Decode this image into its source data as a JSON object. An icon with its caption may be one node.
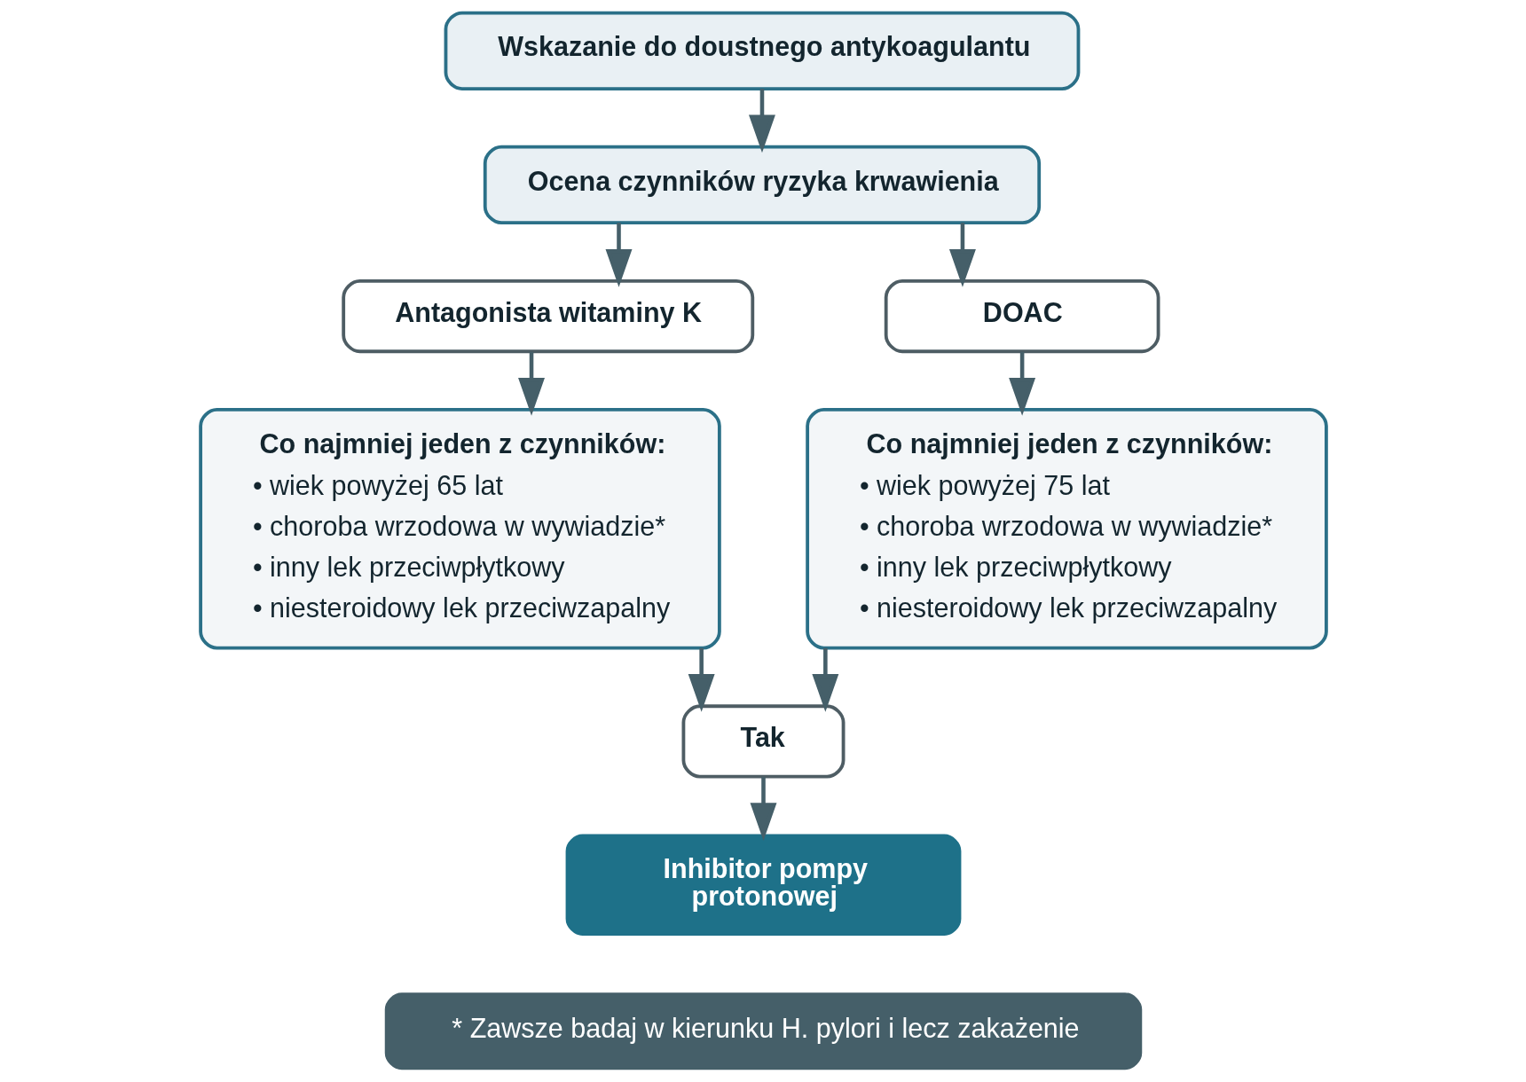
{
  "diagram": {
    "nodes": [
      {
        "text": [
          "Wskazanie do doustnego antykoagulantu"
        ]
      },
      {
        "text": [
          "Ocena czynników ryzyka krwawienia"
        ]
      },
      {
        "text": [
          "Antagonista witaminy K"
        ]
      },
      {
        "text": [
          "DOAC"
        ]
      },
      {
        "text": [
          "Co najmniej jeden z czynników:",
          "• wiek powyżej 65 lat",
          "• choroba wrzodowa w wywiadzie*",
          "• inny lek przeciwpłytkowy",
          "• niesteroidowy lek przeciwzapalny"
        ]
      },
      {
        "text": [
          "Co najmniej jeden z czynników:",
          "• wiek powyżej 75 lat",
          "• choroba wrzodowa w wywiadzie*",
          "• inny lek przeciwpłytkowy",
          "• niesteroidowy lek przeciwzapalny"
        ]
      },
      {
        "text": [
          "Tak"
        ]
      },
      {
        "text": [
          "Inhibitor pompy protonowej"
        ]
      },
      {
        "text": [
          "* Zawsze badaj w kierunku H. pylori i lecz zakażenie"
        ]
      }
    ],
    "edges": [
      {
        "from": 0,
        "to": 1,
        "arrow": "to"
      },
      {
        "from": 1,
        "to": 2,
        "arrow": "to"
      },
      {
        "from": 1,
        "to": 3,
        "arrow": "to"
      },
      {
        "from": 2,
        "to": 4,
        "arrow": "to"
      },
      {
        "from": 3,
        "to": 5,
        "arrow": "to"
      },
      {
        "from": 4,
        "to": 6,
        "arrow": "to"
      },
      {
        "from": 5,
        "to": 6,
        "arrow": "to"
      },
      {
        "from": 6,
        "to": 7,
        "arrow": "to"
      }
    ]
  }
}
